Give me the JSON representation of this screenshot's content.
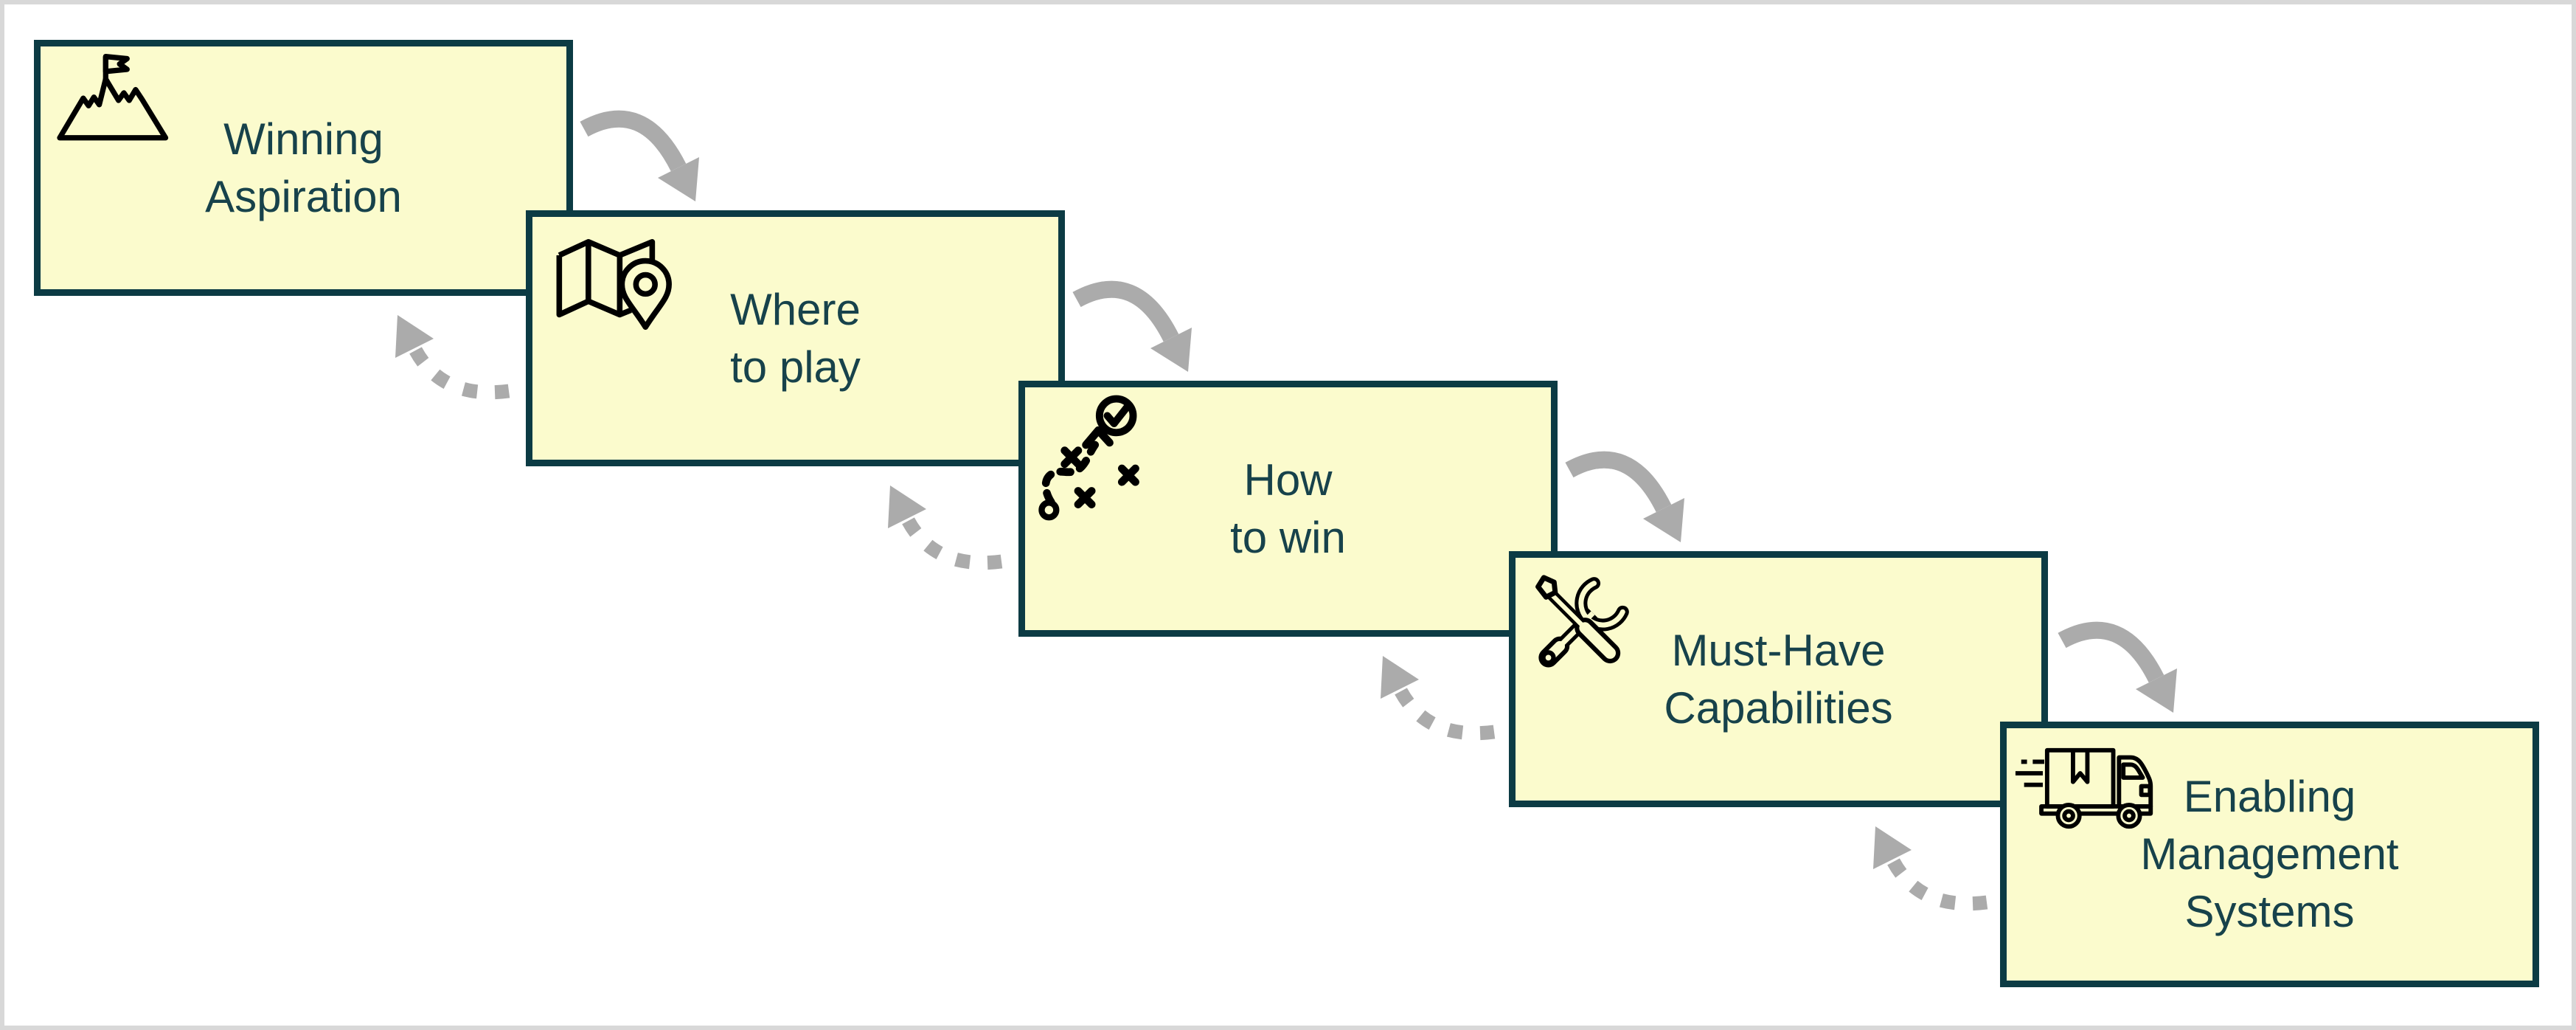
{
  "diagram": {
    "name": "strategy-choice-cascade",
    "boxes": [
      {
        "label": "Winning Aspiration",
        "lines": [
          "Winning",
          "Aspiration"
        ],
        "icon": "mountain-flag-icon"
      },
      {
        "label": "Where to play",
        "lines": [
          "Where",
          "to play"
        ],
        "icon": "map-pin-icon"
      },
      {
        "label": "How to win",
        "lines": [
          "How",
          "to win"
        ],
        "icon": "strategy-play-icon"
      },
      {
        "label": "Must-Have Capabilities",
        "lines": [
          "Must-Have",
          "Capabilities"
        ],
        "icon": "tools-icon"
      },
      {
        "label": "Enabling Management Systems",
        "lines": [
          "Enabling",
          "Management",
          "Systems"
        ],
        "icon": "delivery-truck-icon"
      }
    ],
    "arrows": {
      "forward_count": 4,
      "forward_style": "solid-curved",
      "backward_count": 4,
      "backward_style": "dotted-curved"
    },
    "colors": {
      "box_fill": "#FBFBCD",
      "box_border": "#0C3B44",
      "text": "#17424B",
      "arrow_gray": "#ABABAB",
      "icon_black": "#000000",
      "page_frame": "#D8D8D8",
      "background": "#FFFFFF"
    }
  }
}
